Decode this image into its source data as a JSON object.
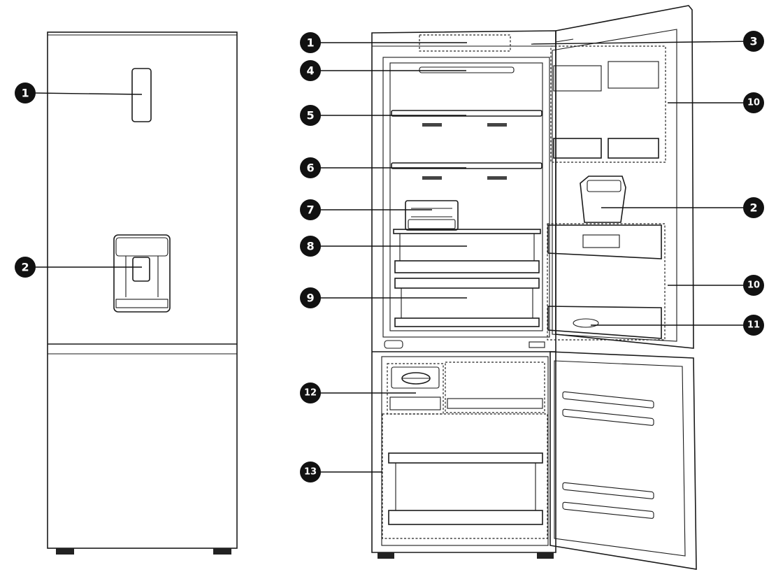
{
  "closed_fridge": {
    "callouts": [
      {
        "number": "1",
        "part": "display panel"
      },
      {
        "number": "2",
        "part": "water dispenser"
      }
    ]
  },
  "open_fridge": {
    "callouts": [
      {
        "number": "1"
      },
      {
        "number": "2"
      },
      {
        "number": "3"
      },
      {
        "number": "4"
      },
      {
        "number": "5"
      },
      {
        "number": "6"
      },
      {
        "number": "7"
      },
      {
        "number": "8"
      },
      {
        "number": "9"
      },
      {
        "number": "10"
      },
      {
        "number": "10"
      },
      {
        "number": "11"
      },
      {
        "number": "12"
      },
      {
        "number": "13"
      }
    ]
  }
}
